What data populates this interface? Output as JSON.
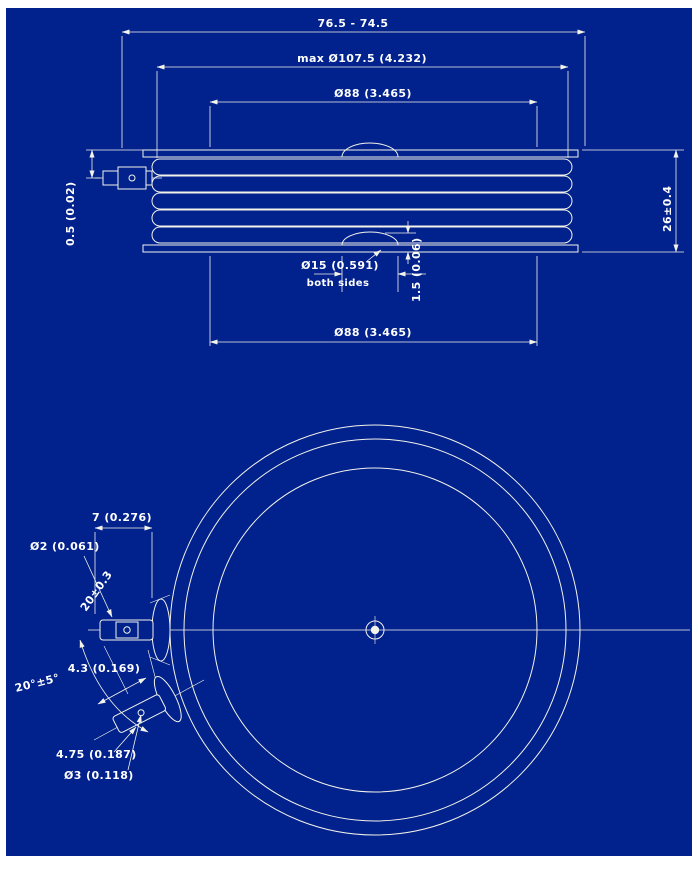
{
  "colors": {
    "canvas_background": "#01218c",
    "line_color": "#f3f3ea",
    "page_border": "#ffffff",
    "text_color": "#ffffff"
  },
  "drawing": {
    "side_view": {
      "dim_overall": "76.5 - 74.5",
      "dim_max_diameter": "max Ø107.5 (4.232)",
      "dim_pole_face_top": "Ø88 (3.465)",
      "dim_height": "26±0.4",
      "dim_gate_lead_offset": "0.5 (0.02)",
      "dim_pip_diameter": "Ø15 (0.591)",
      "pip_note": "both sides",
      "dim_pip_height": "1.5 (0.06)",
      "dim_pole_face_bottom": "Ø88 (3.465)"
    },
    "plan_view": {
      "dim_lead_tip": "7 (0.276)",
      "dim_lead_wire": "Ø2 (0.061)",
      "dim_lead_length": "20±0.3",
      "dim_lead_angle": "20°±5°",
      "dim_terminal_width": "4.3 (0.169)",
      "dim_terminal_body": "4.75 (0.187)",
      "dim_hole": "Ø3 (0.118)"
    }
  }
}
